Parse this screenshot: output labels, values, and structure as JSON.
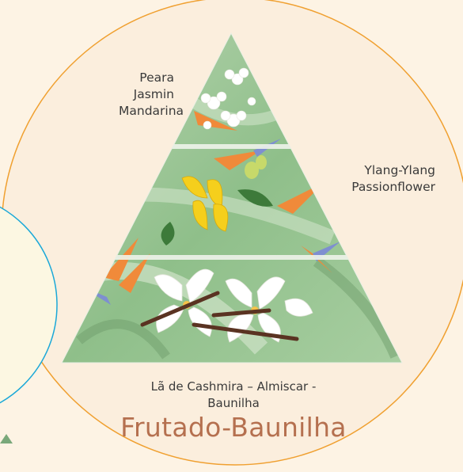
{
  "pyramid": {
    "top_notes": [
      "Peara",
      "Jasmin",
      "Mandarina"
    ],
    "heart_notes": [
      "Ylang-Ylang",
      "Passionflower"
    ],
    "base_notes": [
      "Lã de Cashmira – Almiscar -",
      "Baunilha"
    ],
    "family": "Frutado-Baunilha"
  },
  "colors": {
    "background": "#fdf3e4",
    "circle_outline": "#f0a030",
    "left_circle_outline": "#1aa8d8",
    "family_text": "#b5704f",
    "leaf_green": "#8fb98a"
  }
}
